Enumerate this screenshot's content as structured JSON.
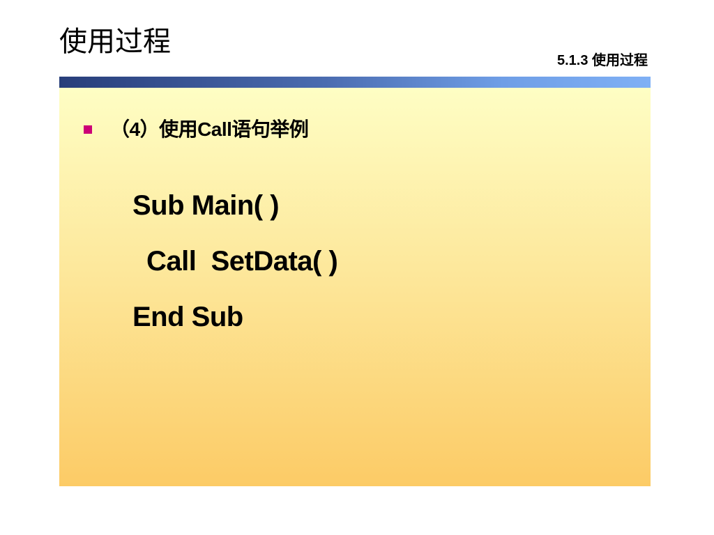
{
  "slide": {
    "title": "使用过程",
    "section_label": "5.1.3 使用过程",
    "bullet": "（4）使用Call语句举例",
    "code_lines": [
      "Sub Main( )",
      "Call  SetData( )",
      "End Sub"
    ]
  },
  "colors": {
    "bullet_marker": "#cc0077",
    "bar_start": "#283e7a",
    "bar_end": "#7fb0f5",
    "panel_top": "#fefec4",
    "panel_bottom": "#fccb66"
  }
}
